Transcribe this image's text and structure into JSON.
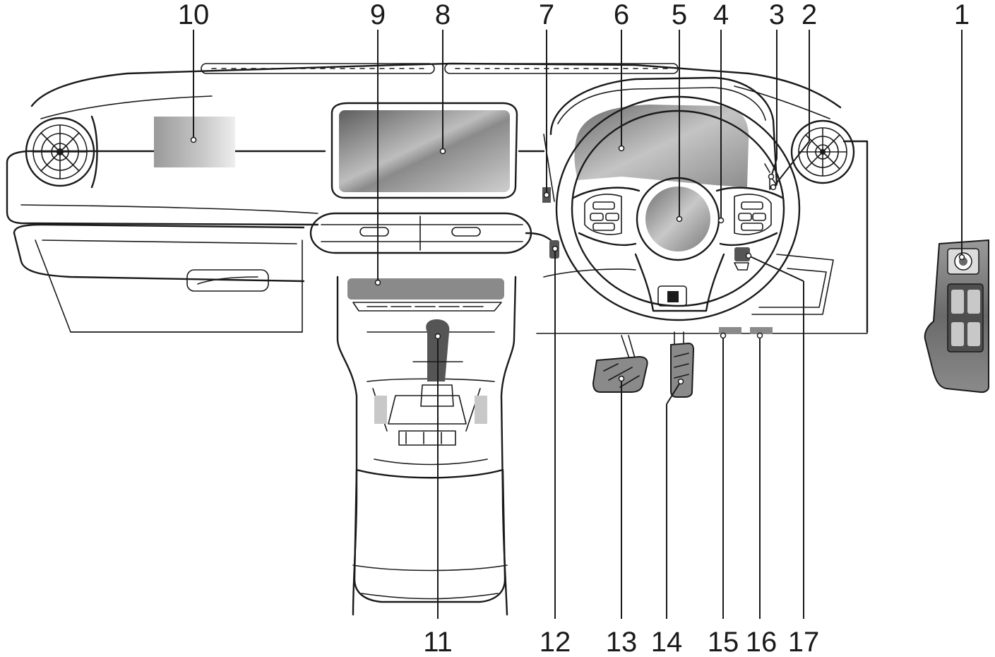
{
  "callouts": [
    {
      "id": 1,
      "label": "1"
    },
    {
      "id": 2,
      "label": "2"
    },
    {
      "id": 3,
      "label": "3"
    },
    {
      "id": 4,
      "label": "4"
    },
    {
      "id": 5,
      "label": "5"
    },
    {
      "id": 6,
      "label": "6"
    },
    {
      "id": 7,
      "label": "7"
    },
    {
      "id": 8,
      "label": "8"
    },
    {
      "id": 9,
      "label": "9"
    },
    {
      "id": 10,
      "label": "10"
    },
    {
      "id": 11,
      "label": "11"
    },
    {
      "id": 12,
      "label": "12"
    },
    {
      "id": 13,
      "label": "13"
    },
    {
      "id": 14,
      "label": "14"
    },
    {
      "id": 15,
      "label": "15"
    },
    {
      "id": 16,
      "label": "16"
    },
    {
      "id": 17,
      "label": "17"
    }
  ],
  "colors": {
    "line": "#1a1a1a",
    "screen_dark": "#6e6e6e",
    "screen_light": "#c9c9c9",
    "panel_gray": "#8a8a8a"
  }
}
